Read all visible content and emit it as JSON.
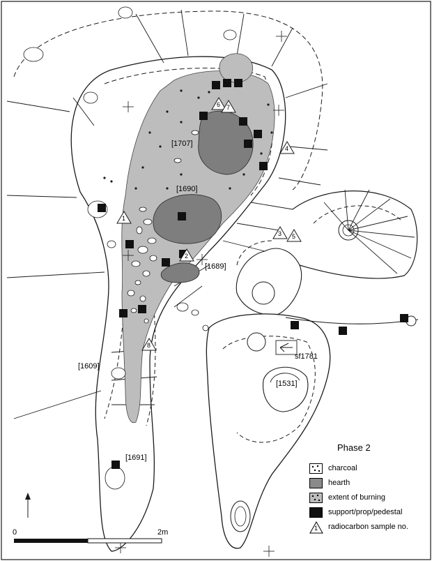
{
  "phase_title": "Phase 2",
  "features": {
    "f1707": "[1707]",
    "f1690": "[1690]",
    "f1689": "[1689]",
    "f1609": "[1609]",
    "f1691": "[1691]",
    "f1531": "[1531]",
    "sf1781": "sf1781"
  },
  "samples": [
    "1",
    "2",
    "3",
    "4",
    "5",
    "6",
    "7",
    "8"
  ],
  "legend": [
    {
      "label": "charcoal",
      "swatch": "#ffffff",
      "kind": "dots"
    },
    {
      "label": "hearth",
      "swatch": "#8a8a8a",
      "kind": "fill"
    },
    {
      "label": "extent of burning",
      "swatch": "#bdbdbd",
      "kind": "dots"
    },
    {
      "label": "support/prop/pedestal",
      "swatch": "#111111",
      "kind": "fill"
    },
    {
      "label": "radiocarbon sample no.",
      "swatch": "#ffffff",
      "kind": "triangle",
      "glyph": "1"
    }
  ],
  "scale": {
    "start_label": "0",
    "end_label": "2m"
  },
  "colors": {
    "burning": "#bdbdbd",
    "hearth": "#7e7e7e",
    "support": "#111111",
    "line": "#1a1a1a"
  }
}
